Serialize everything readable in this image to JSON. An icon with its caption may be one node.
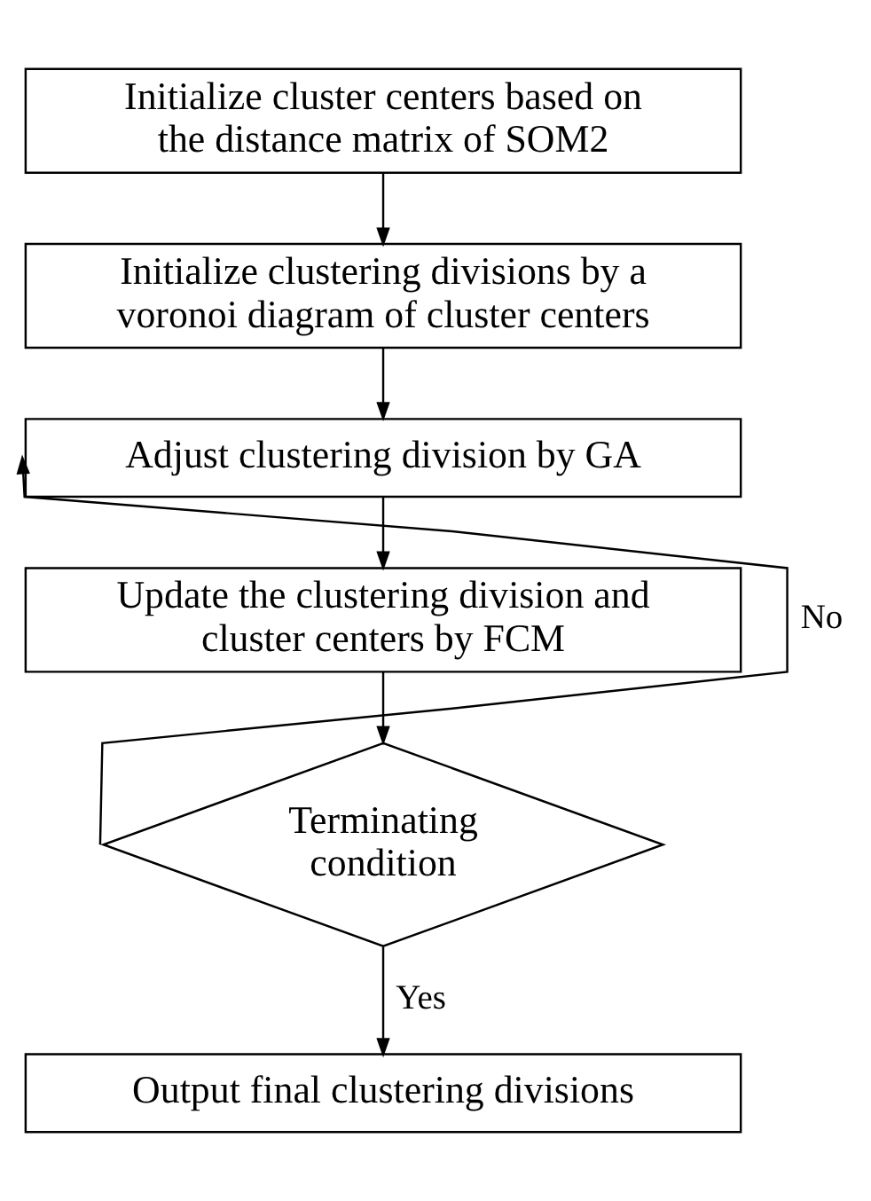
{
  "diagram": {
    "nodes": [
      {
        "text": [
          "Initialize cluster centers based on the distance matrix of SOM2"
        ]
      },
      {
        "text": [
          "Initialize clustering divisions by a voronoi diagram of cluster centers"
        ]
      },
      {
        "text": [
          "Adjust clustering division by GA"
        ]
      },
      {
        "text": [
          "Update the clustering division and cluster centers by FCM"
        ]
      },
      {
        "text": [
          "Terminating condition"
        ]
      },
      {
        "text": [
          "Output final clustering divisions"
        ]
      }
    ],
    "edges": [
      {
        "from": 0,
        "to": 1,
        "arrow": "to"
      },
      {
        "from": 1,
        "to": 2,
        "arrow": "to"
      },
      {
        "from": 2,
        "to": 3,
        "arrow": "to"
      },
      {
        "from": 3,
        "to": 4,
        "arrow": "to"
      },
      {
        "from": 4,
        "to": 2,
        "arrow": "to",
        "label": "No"
      },
      {
        "from": 4,
        "to": 5,
        "arrow": "to",
        "label": "Yes"
      }
    ]
  }
}
